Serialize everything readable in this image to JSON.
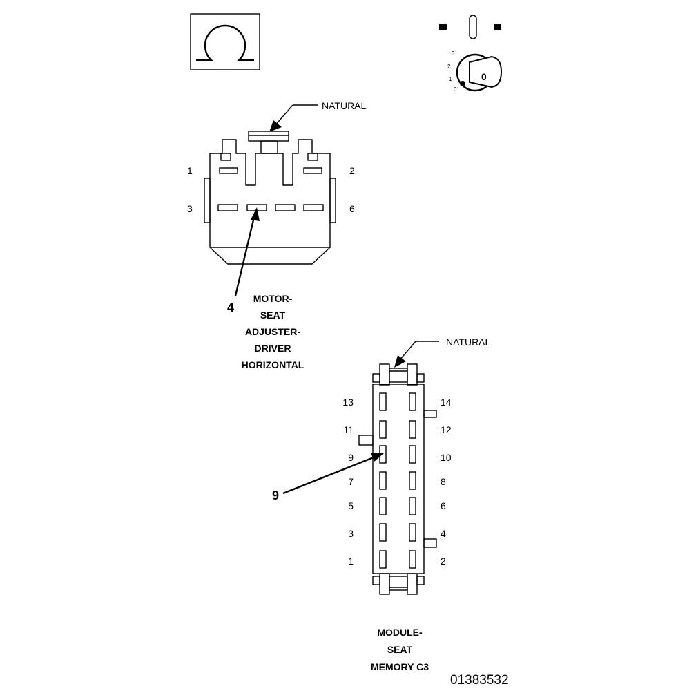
{
  "icons": {
    "ohm_symbol": "ohm-icon",
    "ignition": "ignition-key-icon",
    "ignition_positions": [
      "3",
      "2",
      "1",
      "0"
    ],
    "key_label": "0"
  },
  "connector_1": {
    "color_label": "NATURAL",
    "pins": {
      "p1": "1",
      "p2": "2",
      "p3": "3",
      "p6": "6"
    },
    "callout": "4",
    "caption": [
      "MOTOR-",
      "SEAT",
      "ADJUSTER-",
      "DRIVER",
      "HORIZONTAL"
    ]
  },
  "connector_2": {
    "color_label": "NATURAL",
    "pins_left": [
      "13",
      "11",
      "9",
      "7",
      "5",
      "3",
      "1"
    ],
    "pins_right": [
      "14",
      "12",
      "10",
      "8",
      "6",
      "4",
      "2"
    ],
    "callout": "9",
    "caption": [
      "MODULE-",
      "SEAT",
      "MEMORY C3"
    ]
  },
  "figure_id": "01383532"
}
